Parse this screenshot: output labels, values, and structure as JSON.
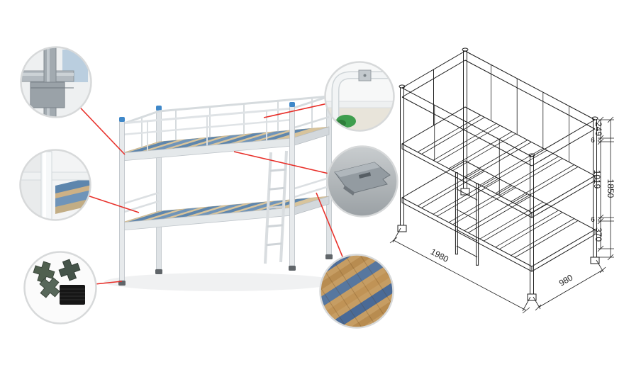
{
  "figure": {
    "kind": "bunk-bed product specification image"
  },
  "dimensions": {
    "guard_rail_height": "249",
    "frame_thickness_top": "6",
    "bunk_clearance": "1019",
    "overall_height": "1850",
    "frame_thickness_bottom": "6",
    "bottom_bunk_height": "370",
    "overall_length": "1980",
    "overall_depth": "980"
  },
  "callouts": [
    {
      "id": "frame-joint-detail"
    },
    {
      "id": "bed-corner-detail"
    },
    {
      "id": "foot-pad-detail"
    },
    {
      "id": "guardrail-tube-detail"
    },
    {
      "id": "metal-bracket-detail"
    },
    {
      "id": "slat-surface-detail"
    }
  ],
  "colors": {
    "callout_line": "#e8302a",
    "circle_ring": "#d7d9da",
    "frame_white": "#e7eaec",
    "frame_shadow": "#bfc5ca",
    "post_cap_blue": "#3f88c9",
    "slat_blue": "#5e86ad",
    "slat_wood": "#d8c49c",
    "pad_green": "#50604f",
    "drawing_ink": "#1c1c1c"
  }
}
